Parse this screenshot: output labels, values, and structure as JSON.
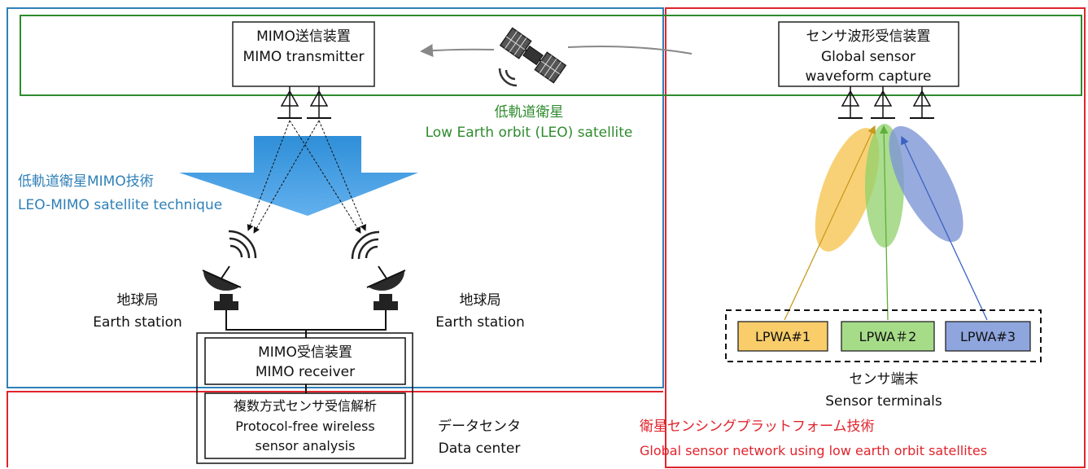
{
  "colors": {
    "blue": "#2f80b8",
    "red": "#e0242c",
    "green": "#2e8b2e",
    "orange": "#f5c24a",
    "lime": "#8fd06a",
    "lavender": "#7e96d6"
  },
  "satellite": {
    "icon": "leo-satellite-icon",
    "label_jp": "低軌道衛星",
    "label_en": "Low Earth orbit (LEO) satellite"
  },
  "transmitter": {
    "label_jp": "MIMO送信装置",
    "label_en": "MIMO transmitter"
  },
  "capture": {
    "label_jp": "センサ波形受信装置",
    "label_en_1": "Global sensor",
    "label_en_2": "waveform capture"
  },
  "leo_mimo": {
    "label_jp": "低軌道衛星MIMO技術",
    "label_en": "LEO-MIMO satellite technique"
  },
  "earth_station_left": {
    "icon": "satellite-dish-icon",
    "label_jp": "地球局",
    "label_en": "Earth station"
  },
  "earth_station_right": {
    "icon": "satellite-dish-icon",
    "label_jp": "地球局",
    "label_en": "Earth station"
  },
  "receiver": {
    "label_jp": "MIMO受信装置",
    "label_en": "MIMO receiver"
  },
  "analysis": {
    "label_jp": "複数方式センサ受信解析",
    "label_en_1": "Protocol-free wireless",
    "label_en_2": "sensor analysis"
  },
  "datacenter": {
    "label_jp": "データセンタ",
    "label_en": "Data center"
  },
  "terminals": {
    "items": [
      "LPWA#1",
      "LPWA＃2",
      "LPWA#3"
    ],
    "label_jp": "センサ端末",
    "label_en": "Sensor terminals"
  },
  "platform": {
    "label_jp": "衛星センシングプラットフォーム技術",
    "label_en": "Global sensor network using low earth orbit satellites"
  }
}
